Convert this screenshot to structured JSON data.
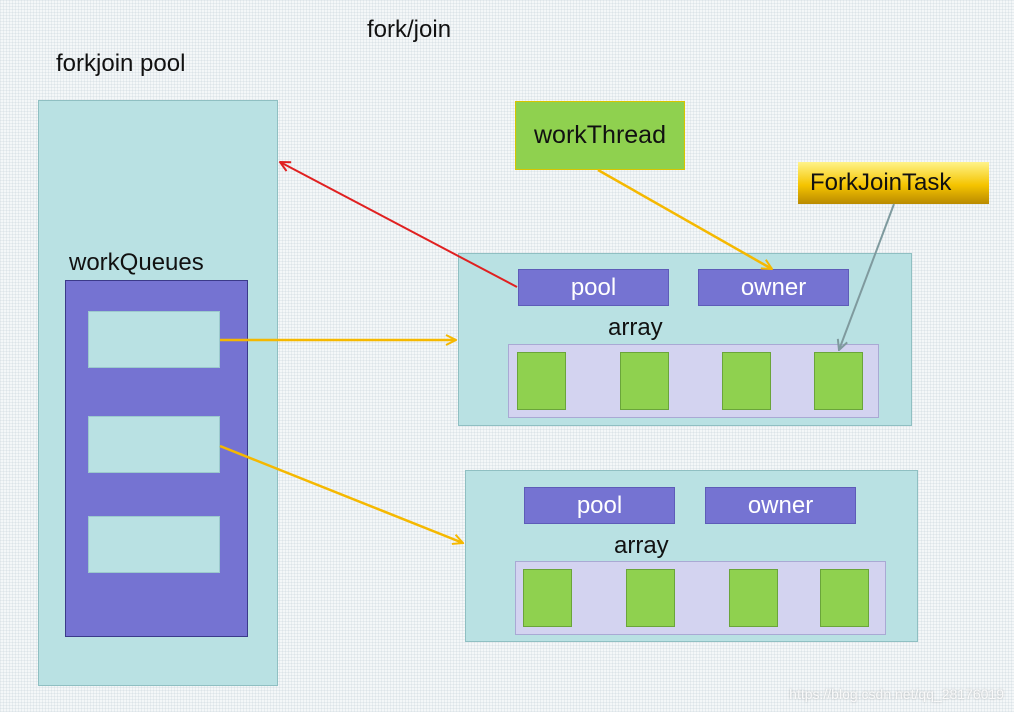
{
  "title": "fork/join",
  "pool_label": "forkjoin pool",
  "work_queues_label": "workQueues",
  "work_thread_label": "workThread",
  "fork_join_task_label": "ForkJoinTask",
  "queue_top": {
    "pool_label": "pool",
    "owner_label": "owner",
    "array_label": "array"
  },
  "queue_bottom": {
    "pool_label": "pool",
    "owner_label": "owner",
    "array_label": "array"
  },
  "watermark": "https://blog.csdn.net/qq_28176019",
  "colors": {
    "background": "#f4f7f8",
    "frame": "#b9e1e3",
    "purple": "#7573d2",
    "green": "#8fd14f",
    "array_box": "#d3d3f0",
    "arrow_red": "#e02020",
    "arrow_orange": "#f5b800",
    "arrow_gray": "#7f9a9e"
  }
}
